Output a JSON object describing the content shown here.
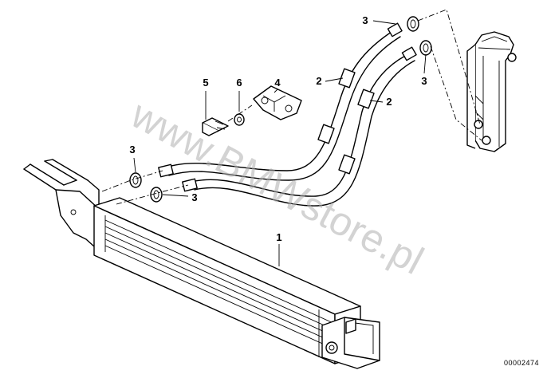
{
  "diagram": {
    "watermark": "www.BMWstore.pl",
    "reference_number": "00002474",
    "callouts": [
      "1",
      "2",
      "2",
      "3",
      "3",
      "3",
      "3",
      "4",
      "5",
      "6"
    ]
  }
}
